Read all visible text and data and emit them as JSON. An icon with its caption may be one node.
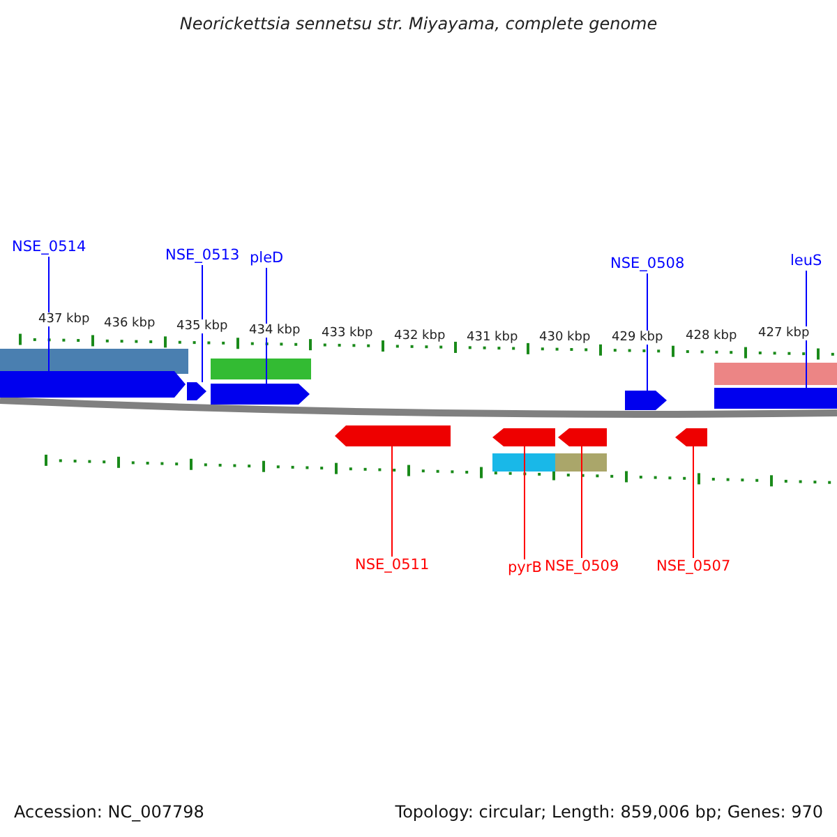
{
  "diagram": {
    "title": "Neorickettsia sennetsu str. Miyayama, complete genome",
    "nodes": [
      {
        "text": [
          "NSE_0514"
        ]
      },
      {
        "text": [
          "NSE_0513"
        ]
      },
      {
        "text": [
          "pleD"
        ]
      },
      {
        "text": [
          "NSE_0508"
        ]
      },
      {
        "text": [
          "leuS"
        ]
      },
      {
        "text": [
          "NSE_0511"
        ]
      },
      {
        "text": [
          "pyrB"
        ]
      },
      {
        "text": [
          "NSE_0509"
        ]
      },
      {
        "text": [
          "NSE_0507"
        ]
      },
      {
        "text": [],
        "shape": "pentagon"
      },
      {
        "text": [],
        "shape": "pentagon"
      },
      {
        "text": [],
        "shape": "pentagon"
      },
      {
        "text": [],
        "shape": "pentagon"
      },
      {
        "text": [],
        "shape": "box"
      },
      {
        "text": [],
        "shape": "pentagon"
      },
      {
        "text": [],
        "shape": "pentagon"
      },
      {
        "text": [],
        "shape": "pentagon"
      },
      {
        "text": [],
        "shape": "pentagon"
      }
    ],
    "edges": [
      {
        "from": 0,
        "to": 9,
        "arrow": "none"
      },
      {
        "from": 1,
        "to": 10,
        "arrow": "none"
      },
      {
        "from": 2,
        "to": 11,
        "arrow": "none"
      },
      {
        "from": 3,
        "to": 12,
        "arrow": "none"
      },
      {
        "from": 4,
        "to": 13,
        "arrow": "none"
      },
      {
        "from": 5,
        "to": 14,
        "arrow": "none",
        "color": "#ff0000"
      },
      {
        "from": 6,
        "to": 15,
        "arrow": "none",
        "color": "#ff0000"
      },
      {
        "from": 7,
        "to": 16,
        "arrow": "none",
        "color": "#ff0000"
      },
      {
        "from": 8,
        "to": 17,
        "arrow": "none",
        "color": "#ff0000"
      }
    ],
    "labels": [
      "437 kbp",
      "436 kbp",
      "435 kbp",
      "434 kbp",
      "433 kbp",
      "432 kbp",
      "431 kbp",
      "430 kbp",
      "429 kbp",
      "428 kbp",
      "427 kbp",
      "Accession: NC_007798",
      "Topology: circular; Length: 859,006 bp; Genes: 970"
    ]
  }
}
